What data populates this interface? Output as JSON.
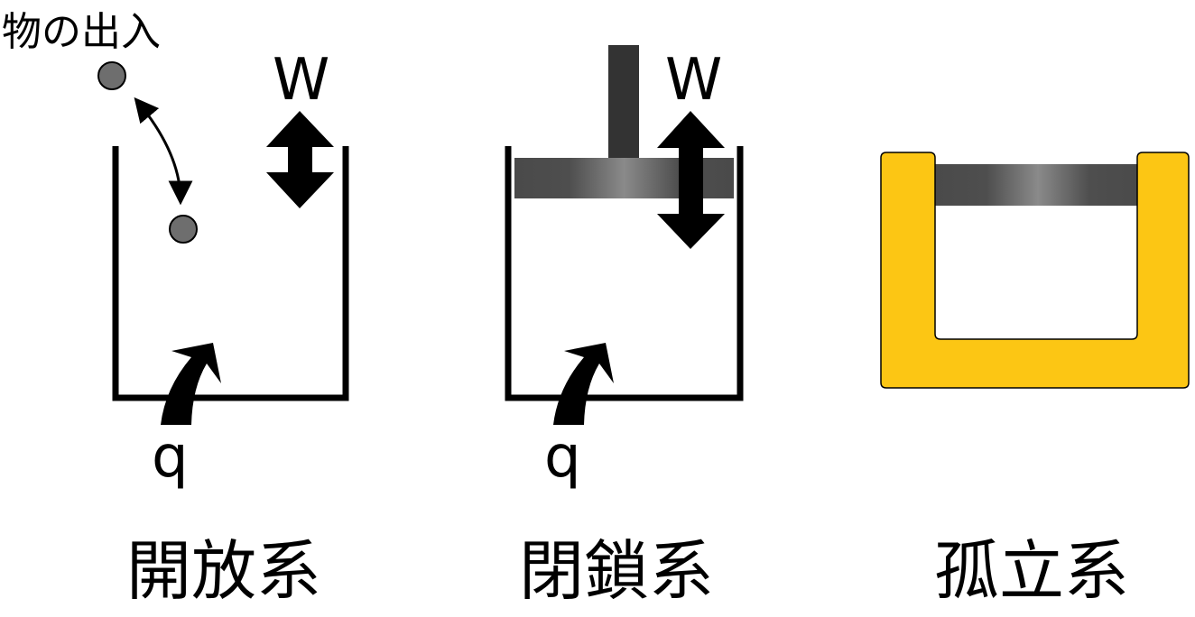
{
  "labels": {
    "matter_exchange": "物の出入",
    "work_open": "W",
    "work_closed": "W",
    "heat_open": "q",
    "heat_closed": "q",
    "open_system": "開放系",
    "closed_system": "閉鎖系",
    "isolated_system": "孤立系"
  },
  "colors": {
    "wall": "#000000",
    "particle": "#6e6e6e",
    "piston_dark": "#4a4a4a",
    "piston_light": "#888888",
    "rod": "#333333",
    "insulation": "#FCC614"
  }
}
